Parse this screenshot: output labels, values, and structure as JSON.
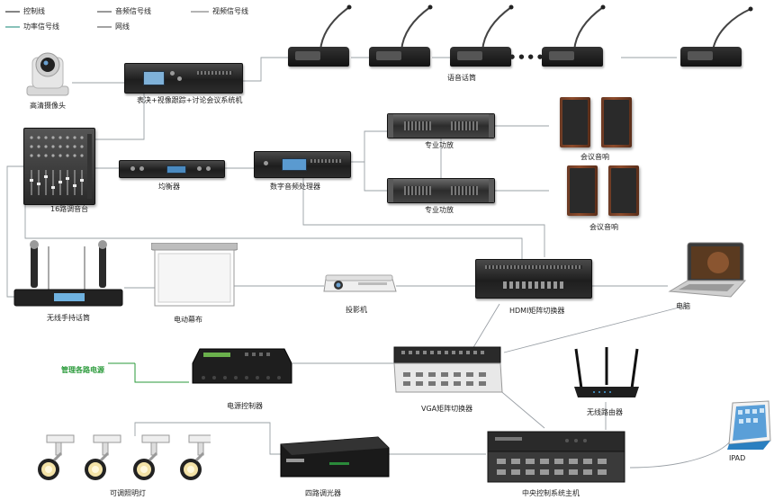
{
  "legend": {
    "control_line": "控制线",
    "audio_line": "音频信号线",
    "video_line": "视频信号线",
    "power_amp_line": "功率信号线",
    "network_line": "网线"
  },
  "devices": {
    "hd_camera": "高清摄像头",
    "conference_host": "表决+视像跟踪+讨论会议系统机",
    "speech_mic": "语音话筒",
    "mixer": "16路调音台",
    "equalizer": "均衡器",
    "dsp": "数字音频处理器",
    "amp1": "专业功放",
    "amp2": "专业功放",
    "speaker1": "会议音响",
    "speaker2": "会议音响",
    "wireless_mic": "无线手持话筒",
    "screen": "电动幕布",
    "projector": "投影机",
    "hdmi_matrix": "HDMI矩阵切换器",
    "laptop": "电脑",
    "power_manage": "管理各路电源",
    "power_controller": "电源控制器",
    "vga_matrix": "VGA矩阵切换器",
    "router": "无线路由器",
    "ipad": "IPAD",
    "lights": "可调照明灯",
    "dimmer": "四路调光器",
    "central_host": "中央控制系统主机"
  },
  "dots": "● ● ● ● ● ●",
  "colors": {
    "control": "#333333",
    "audio": "#555555",
    "video": "#777777",
    "power_amp": "#3a9a8a",
    "network": "#666666",
    "highlight": "#2a9a3a"
  }
}
